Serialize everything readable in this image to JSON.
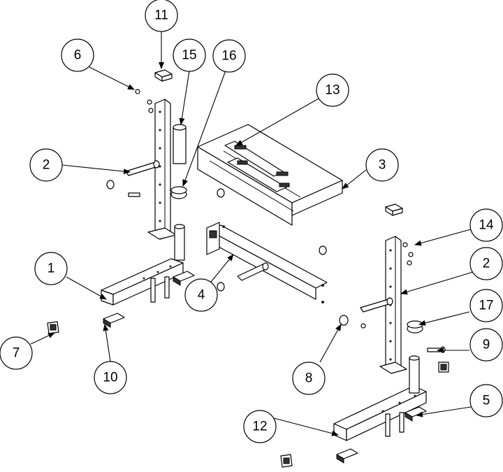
{
  "diagram": {
    "callouts": [
      {
        "id": "c11",
        "label": "11"
      },
      {
        "id": "c6",
        "label": "6"
      },
      {
        "id": "c15",
        "label": "15"
      },
      {
        "id": "c16",
        "label": "16"
      },
      {
        "id": "c13",
        "label": "13"
      },
      {
        "id": "c2a",
        "label": "2"
      },
      {
        "id": "c3",
        "label": "3"
      },
      {
        "id": "c14",
        "label": "14"
      },
      {
        "id": "c1",
        "label": "1"
      },
      {
        "id": "c2b",
        "label": "2"
      },
      {
        "id": "c4",
        "label": "4"
      },
      {
        "id": "c17",
        "label": "17"
      },
      {
        "id": "c7",
        "label": "7"
      },
      {
        "id": "c9",
        "label": "9"
      },
      {
        "id": "c10",
        "label": "10"
      },
      {
        "id": "c8",
        "label": "8"
      },
      {
        "id": "c5",
        "label": "5"
      },
      {
        "id": "c12",
        "label": "12"
      }
    ]
  }
}
